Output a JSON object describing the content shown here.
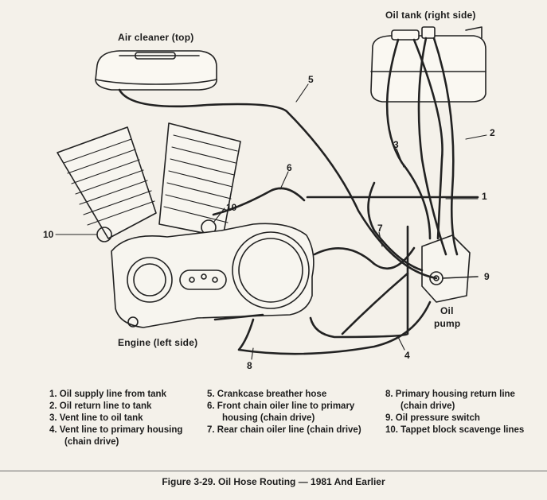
{
  "labels": {
    "air_cleaner": "Air cleaner (top)",
    "oil_tank": "Oil tank (right side)",
    "engine": "Engine (left side)",
    "oil_pump_line1": "Oil",
    "oil_pump_line2": "pump"
  },
  "callouts": {
    "n1": "1",
    "n2": "2",
    "n3": "3",
    "n4": "4",
    "n5": "5",
    "n6": "6",
    "n7": "7",
    "n8": "8",
    "n9": "9",
    "n10_left": "10",
    "n10_right": "10"
  },
  "legend": {
    "col1": [
      "1. Oil supply line from tank",
      "2. Oil return line to tank",
      "3. Vent line to oil tank",
      "4. Vent line to primary housing",
      "(chain drive)"
    ],
    "col2": [
      "5. Crankcase breather hose",
      "6. Front chain oiler line to primary",
      "housing (chain drive)",
      "7. Rear chain oiler line (chain drive)"
    ],
    "col3": [
      "8. Primary housing return line",
      "(chain drive)",
      "9. Oil pressure switch",
      "10. Tappet block scavenge lines"
    ]
  },
  "caption": "Figure 3-29. Oil Hose Routing — 1981 And Earlier"
}
